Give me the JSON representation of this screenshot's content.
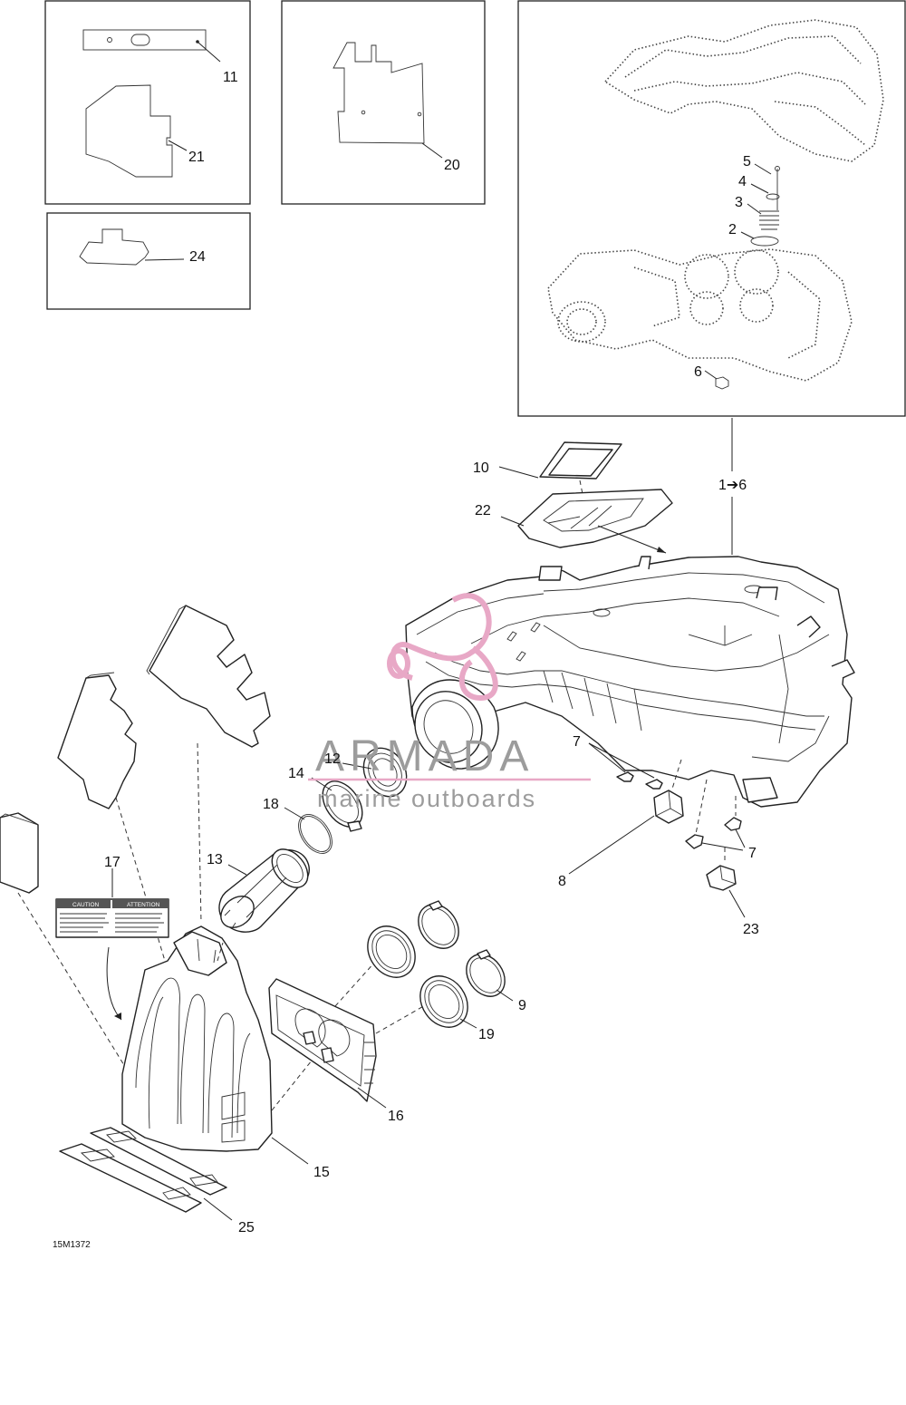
{
  "diagram_code": "15M1372",
  "watermark": {
    "title": "ARMADA",
    "subtitle": "marine outboards",
    "accent_color": "#e8a8c6",
    "text_color": "#9c9c9c"
  },
  "callouts": {
    "c1to6": "1➔6",
    "c2": "2",
    "c3": "3",
    "c4": "4",
    "c5": "5",
    "c6": "6",
    "c7a": "7",
    "c7b": "7",
    "c8": "8",
    "c9": "9",
    "c10": "10",
    "c11": "11",
    "c12": "12",
    "c13": "13",
    "c14": "14",
    "c15": "15",
    "c16": "16",
    "c17": "17",
    "c18": "18",
    "c19": "19",
    "c20": "20",
    "c21": "21",
    "c22": "22",
    "c23": "23",
    "c24": "24",
    "c25": "25"
  },
  "label_17": {
    "caution": "CAUTION",
    "attention": "ATTENTION"
  },
  "icons": [
    "armada-logo-icon"
  ]
}
